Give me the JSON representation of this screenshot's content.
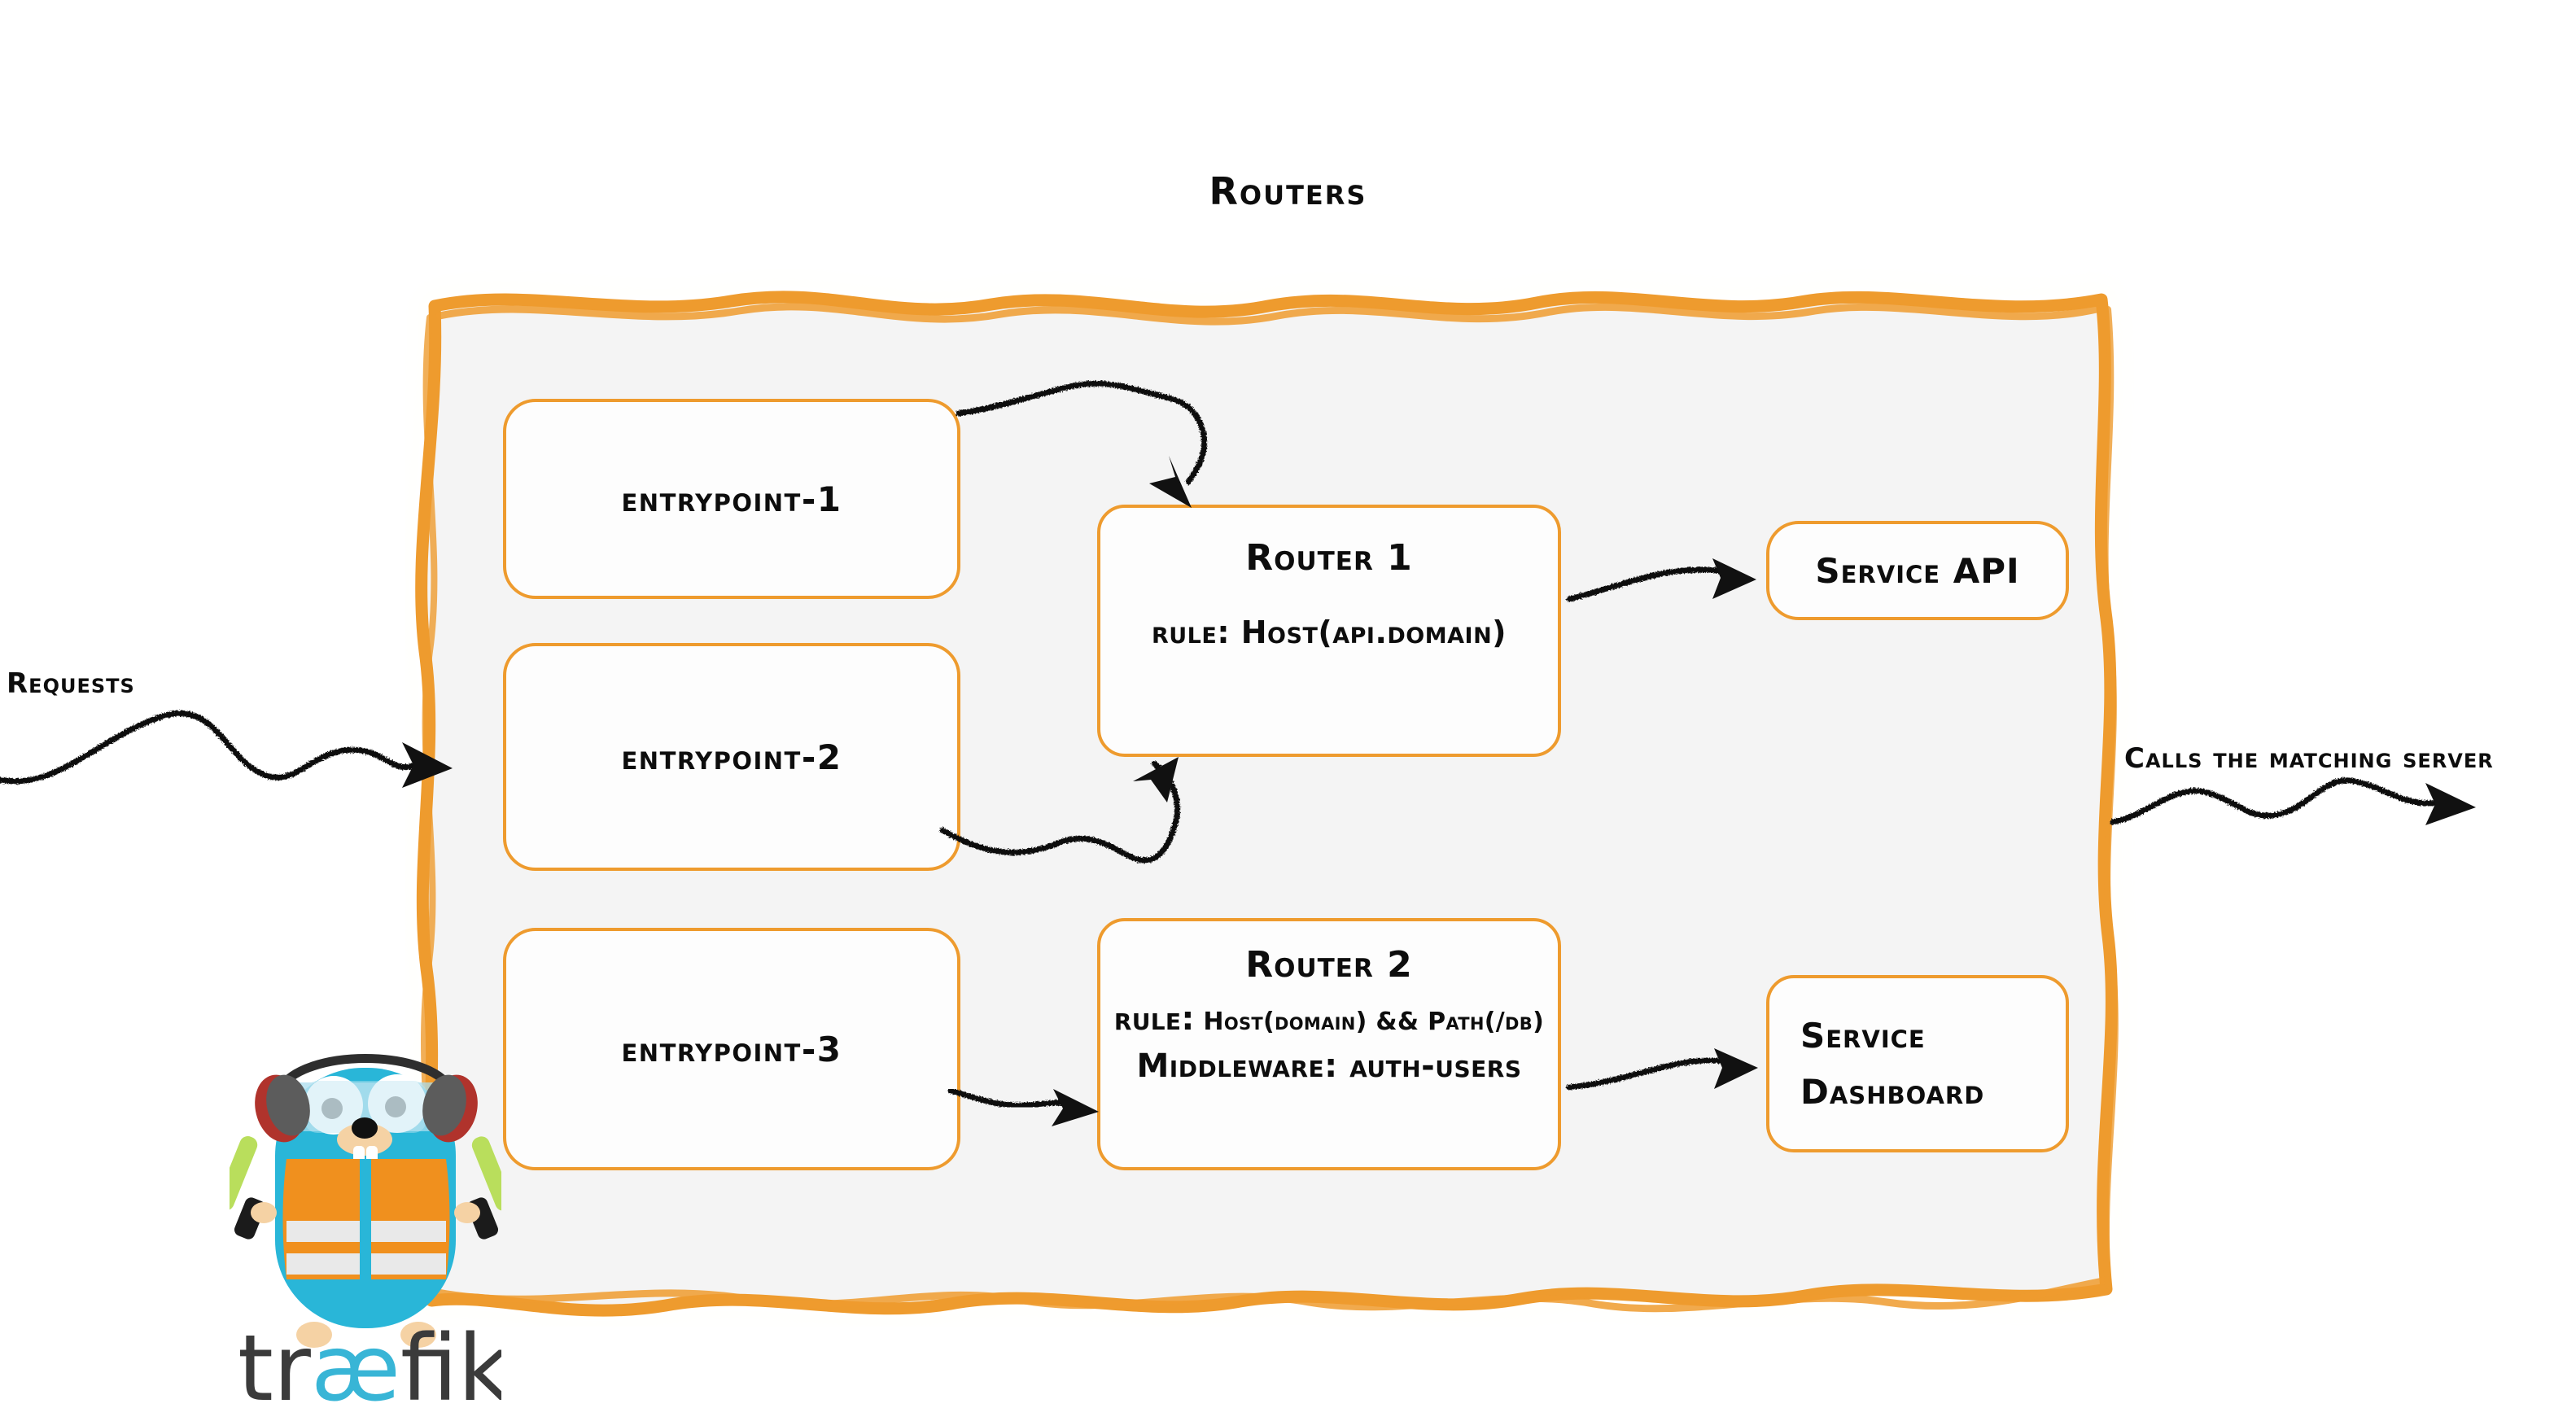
{
  "diagram": {
    "title": "Routers",
    "product": "traefik",
    "colors": {
      "accent_orange": "#ee9b2e",
      "container_fill": "#f4f4f4",
      "node_fill": "#fdfdfd",
      "ink": "#0d0d0d",
      "gopher_body": "#29b6d8",
      "gopher_vest": "#f0901e",
      "gopher_stripe": "#e9e9e9",
      "gopher_baton": "#b9de5c",
      "logo_text": "#3b3b3b",
      "logo_ae": "#38b5d6"
    }
  },
  "entrypoints": [
    {
      "id": "entrypoint-1",
      "label": "entrypoint-1"
    },
    {
      "id": "entrypoint-2",
      "label": "entrypoint-2"
    },
    {
      "id": "entrypoint-3",
      "label": "entrypoint-3"
    }
  ],
  "routers": [
    {
      "id": "router-1",
      "title": "Router 1",
      "rule_label": "rule:",
      "rule_value": "Host(api.domain)",
      "rule_full": "rule: Host(api.domain)"
    },
    {
      "id": "router-2",
      "title": "Router 2",
      "rule_label": "rule:",
      "rule_value": "Host(domain) && Path(/db)",
      "rule_full": "rule: Host(domain) && Path(/db)",
      "middleware_full": "Middleware: auth-users",
      "middleware_label": "Middleware:",
      "middleware_value": "auth-users"
    }
  ],
  "services": [
    {
      "id": "service-api",
      "label": "Service API",
      "line1": "Service API",
      "line2": ""
    },
    {
      "id": "service-dashboard",
      "label": "Service Dashboard",
      "line1": "Service",
      "line2": "Dashboard"
    }
  ],
  "annotations": {
    "requests": "Requests",
    "calls_matching_server": "Calls the matching server"
  },
  "logo": {
    "wordmark_part1": "tr",
    "wordmark_ae": "æ",
    "wordmark_part2": "fik",
    "wordmark": "træfik"
  },
  "flows": [
    {
      "from": "entrypoint-1",
      "to": "router-1"
    },
    {
      "from": "entrypoint-2",
      "to": "router-1"
    },
    {
      "from": "entrypoint-3",
      "to": "router-2"
    },
    {
      "from": "router-1",
      "to": "service-api"
    },
    {
      "from": "router-2",
      "to": "service-dashboard"
    },
    {
      "from": "Requests",
      "to": "routers-container"
    },
    {
      "from": "routers-container",
      "to": "matching-server"
    }
  ]
}
